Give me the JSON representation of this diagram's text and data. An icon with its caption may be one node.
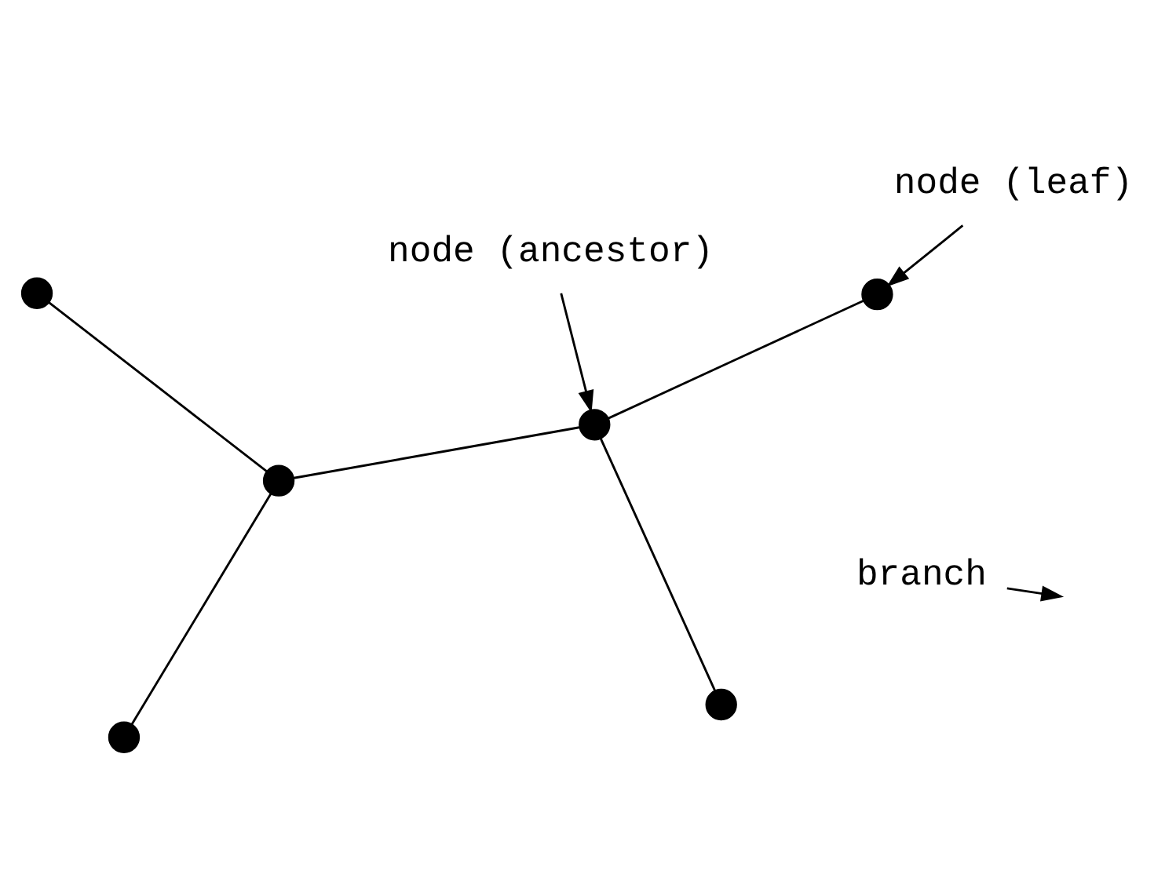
{
  "diagram": {
    "nodes": [
      {
        "text": [
          "node (leaf)"
        ]
      },
      {
        "text": [],
        "shape": "circle"
      },
      {
        "text": [
          "branch"
        ]
      },
      {
        "text": [],
        "shape": "circle"
      },
      {
        "text": [
          "node (ancestor)"
        ]
      },
      {
        "text": [],
        "shape": "circle"
      },
      {
        "text": [],
        "shape": "circle"
      },
      {
        "text": [],
        "shape": "circle"
      },
      {
        "text": [],
        "shape": "circle"
      }
    ],
    "edges": [
      {
        "from": 0,
        "to": 1,
        "arrow": "to"
      },
      {
        "from": 2,
        "to": null,
        "arrow": "to"
      },
      {
        "from": 4,
        "to": 3,
        "arrow": "to"
      },
      {
        "from": 1,
        "to": 3,
        "arrow": "none"
      },
      {
        "from": 3,
        "to": 5,
        "arrow": "none"
      },
      {
        "from": 5,
        "to": 6,
        "arrow": "none"
      },
      {
        "from": 5,
        "to": 7,
        "arrow": "none"
      },
      {
        "from": 3,
        "to": 8,
        "arrow": "none"
      }
    ]
  }
}
